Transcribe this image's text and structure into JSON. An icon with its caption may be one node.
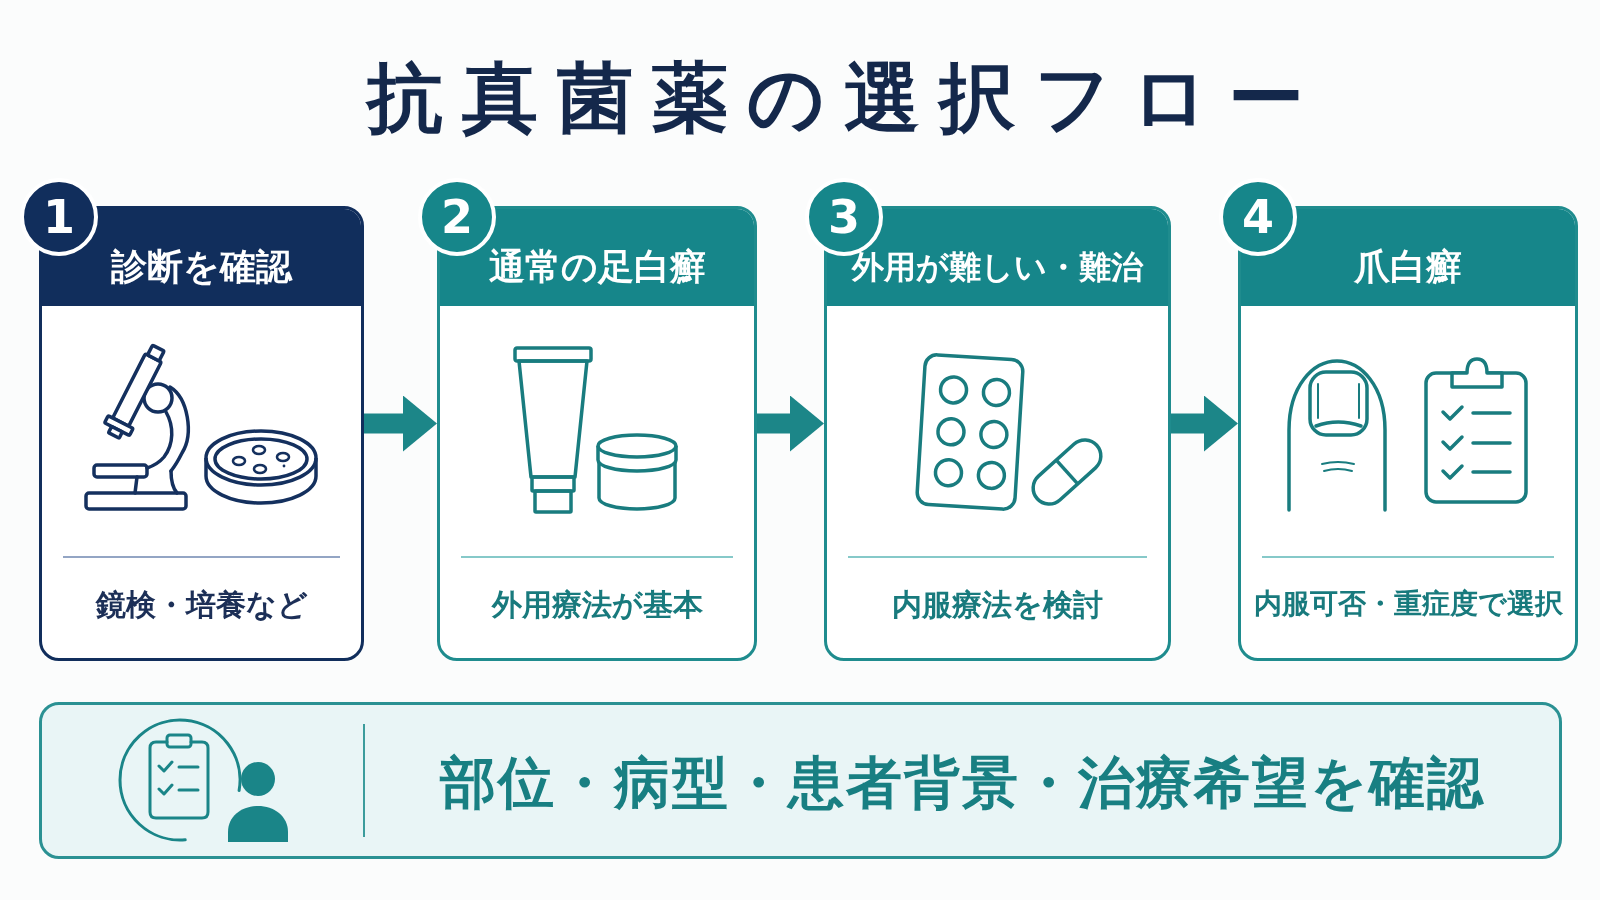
{
  "diagram": {
    "title": "抗真菌薬の選択フロー",
    "nodes": [
      {
        "text": [
          "1",
          "診断を確認",
          "鏡検・培養など"
        ]
      },
      {
        "text": [
          "2",
          "通常の足白癬",
          "外用療法が基本"
        ]
      },
      {
        "text": [
          "3",
          "外用が難しい・難治",
          "内服療法を検討"
        ]
      },
      {
        "text": [
          "4",
          "爪白癬",
          "内服可否・重症度で選択"
        ]
      },
      {
        "text": [
          "部位・病型・患者背景・治療希望を確認"
        ]
      }
    ],
    "edges": [
      {
        "from": 0,
        "to": 1,
        "arrow": "to"
      },
      {
        "from": 1,
        "to": 2,
        "arrow": "to"
      },
      {
        "from": 2,
        "to": 3,
        "arrow": "to"
      }
    ]
  }
}
